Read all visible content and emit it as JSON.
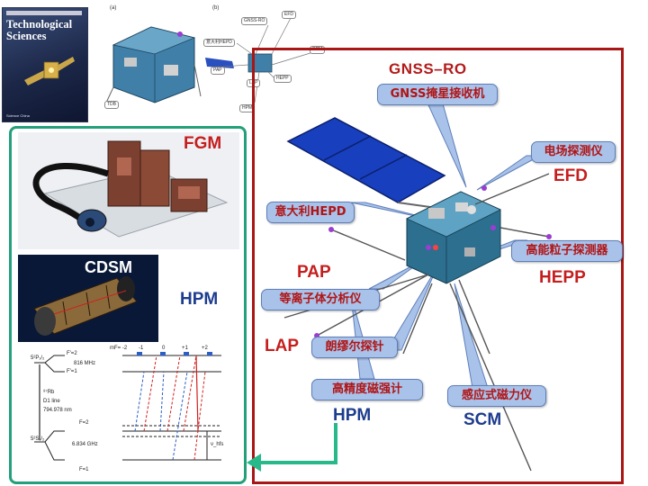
{
  "journal_cover": {
    "title_line1": "Technological",
    "title_line2": "Sciences",
    "footer": "Science China"
  },
  "top_figure": {
    "panel_a": "(a)",
    "panel_b": "(b)",
    "small_labels": [
      "EFD",
      "GNSS-RO",
      "SCM",
      "意大利HEPD",
      "PAP",
      "HEPP",
      "LAP",
      "TDB",
      "HPM"
    ]
  },
  "satellite": {
    "title": "GNSS–RO",
    "callouts": {
      "gnss": "GNSS掩星接收机",
      "efd_cn": "电场探测仪",
      "hepd": "意大利HEPD",
      "hepp_cn": "高能粒子探测器",
      "pap_cn": "等离子体分析仪",
      "lap_cn": "朗缪尔探针",
      "hpm_cn": "高精度磁强计",
      "scm_cn": "感应式磁力仪"
    },
    "labels": {
      "efd": "EFD",
      "pap": "PAP",
      "hepp": "HEPP",
      "lap": "LAP",
      "hpm": "HPM",
      "scm": "SCM"
    }
  },
  "left_panel": {
    "fgm": "FGM",
    "cdsm": "CDSM",
    "hpm": "HPM"
  },
  "energy_levels": {
    "mf_header": [
      "mF= -2",
      "-1",
      "0",
      "+1",
      "+2"
    ],
    "p_state": "5²P₁/₂",
    "s_state": "5²S₁/₂",
    "f2_upper": "F'=2",
    "f1_upper": "F'=1",
    "p_split": "816 MHz",
    "atom": "⁸⁷Rb",
    "line": "D1 line",
    "wavelength": "794.978 nm",
    "f2_lower": "F=2",
    "f1_lower": "F=1",
    "s_split": "6.834 GHz",
    "v_hfs": "ν_hfs"
  },
  "colors": {
    "frame_red": "#a81616",
    "frame_green": "#23a07a",
    "callout_fill": "#a9c2ea",
    "label_red": "#c51e1e",
    "label_blue": "#1d3c8e"
  }
}
